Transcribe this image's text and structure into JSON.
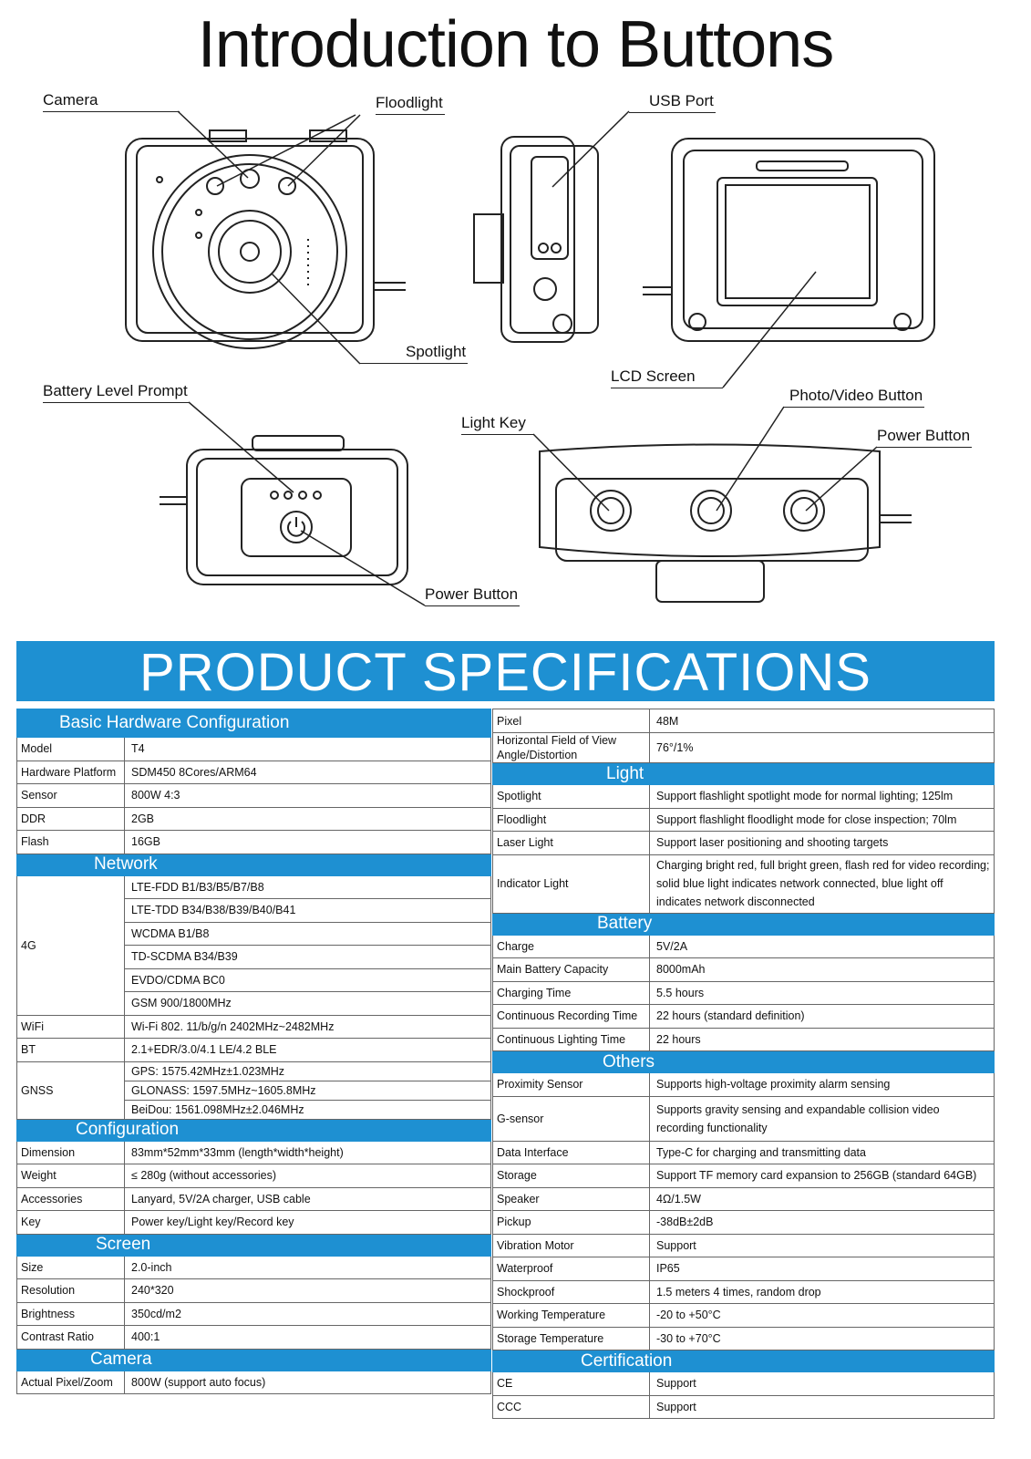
{
  "intro": {
    "title": "Introduction to Buttons",
    "labels": {
      "camera": "Camera",
      "floodlight": "Floodlight",
      "usb_port": "USB Port",
      "spotlight": "Spotlight",
      "lcd_screen": "LCD Screen",
      "battery_level_prompt": "Battery Level Prompt",
      "photo_video_button": "Photo/Video Button",
      "light_key": "Light Key",
      "power_button_top": "Power Button",
      "power_button_back": "Power Button"
    }
  },
  "specs": {
    "banner": "PRODUCT SPECIFICATIONS",
    "accent_color": "#1e90d2",
    "left": [
      {
        "title": "Basic Hardware Configuration",
        "rows": [
          {
            "label": "Model",
            "values": [
              "T4"
            ]
          },
          {
            "label": "Hardware Platform",
            "values": [
              "SDM450 8Cores/ARM64"
            ]
          },
          {
            "label": "Sensor",
            "values": [
              "800W 4:3"
            ]
          },
          {
            "label": "DDR",
            "values": [
              "2GB"
            ]
          },
          {
            "label": "Flash",
            "values": [
              "16GB"
            ]
          }
        ]
      },
      {
        "title": "Network",
        "rows": [
          {
            "label": "4G",
            "values": [
              "LTE-FDD B1/B3/B5/B7/B8",
              "LTE-TDD B34/B38/B39/B40/B41",
              "WCDMA B1/B8",
              "TD-SCDMA B34/B39",
              "EVDO/CDMA BC0",
              "GSM 900/1800MHz"
            ]
          },
          {
            "label": "WiFi",
            "values": [
              "Wi-Fi 802. 11/b/g/n 2402MHz~2482MHz"
            ]
          },
          {
            "label": "BT",
            "values": [
              "2.1+EDR/3.0/4.1 LE/4.2 BLE"
            ]
          },
          {
            "label": "GNSS",
            "values": [
              "GPS: 1575.42MHz±1.023MHz",
              "GLONASS: 1597.5MHz~1605.8MHz",
              "BeiDou: 1561.098MHz±2.046MHz"
            ]
          }
        ]
      },
      {
        "title": "Configuration",
        "rows": [
          {
            "label": "Dimension",
            "values": [
              "83mm*52mm*33mm (length*width*height)"
            ]
          },
          {
            "label": "Weight",
            "values": [
              "≤ 280g (without accessories)"
            ]
          },
          {
            "label": "Accessories",
            "values": [
              "Lanyard, 5V/2A charger, USB cable"
            ]
          },
          {
            "label": "Key",
            "values": [
              "Power key/Light key/Record key"
            ]
          }
        ]
      },
      {
        "title": "Screen",
        "rows": [
          {
            "label": "Size",
            "values": [
              "2.0-inch"
            ]
          },
          {
            "label": "Resolution",
            "values": [
              "240*320"
            ]
          },
          {
            "label": "Brightness",
            "values": [
              "350cd/m2"
            ]
          },
          {
            "label": "Contrast Ratio",
            "values": [
              "400:1"
            ]
          }
        ]
      },
      {
        "title": "Camera",
        "rows": [
          {
            "label": "Actual Pixel/Zoom",
            "values": [
              "800W (support auto focus)"
            ]
          }
        ]
      }
    ],
    "right": [
      {
        "title": "",
        "rows": [
          {
            "label": "Pixel",
            "values": [
              "48M"
            ]
          },
          {
            "label": "Horizontal Field of View Angle/Distortion",
            "values": [
              "76°/1%"
            ]
          }
        ]
      },
      {
        "title": "Light",
        "rows": [
          {
            "label": "Spotlight",
            "values": [
              "Support flashlight spotlight mode for normal lighting; 125lm"
            ]
          },
          {
            "label": "Floodlight",
            "values": [
              "Support flashlight floodlight mode for close inspection; 70lm"
            ]
          },
          {
            "label": "Laser Light",
            "values": [
              "Support laser positioning and shooting targets"
            ]
          },
          {
            "label": "Indicator Light",
            "values": [
              "Charging bright red, full bright green, flash red for video recording; solid blue light indicates network connected, blue light off indicates network disconnected"
            ]
          }
        ]
      },
      {
        "title": "Battery",
        "rows": [
          {
            "label": "Charge",
            "values": [
              "5V/2A"
            ]
          },
          {
            "label": "Main Battery Capacity",
            "values": [
              "8000mAh"
            ]
          },
          {
            "label": "Charging Time",
            "values": [
              "5.5 hours"
            ]
          },
          {
            "label": "Continuous Recording Time",
            "values": [
              "22 hours (standard definition)"
            ]
          },
          {
            "label": "Continuous Lighting Time",
            "values": [
              "22 hours"
            ]
          }
        ]
      },
      {
        "title": "Others",
        "rows": [
          {
            "label": "Proximity Sensor",
            "values": [
              "Supports high-voltage proximity alarm sensing"
            ]
          },
          {
            "label": "G-sensor",
            "values": [
              "Supports gravity sensing and expandable collision video recording functionality"
            ]
          },
          {
            "label": "Data Interface",
            "values": [
              "Type-C for charging and transmitting data"
            ]
          },
          {
            "label": "Storage",
            "values": [
              "Support TF memory card expansion to 256GB (standard 64GB)"
            ]
          },
          {
            "label": "Speaker",
            "values": [
              "4Ω/1.5W"
            ]
          },
          {
            "label": "Pickup",
            "values": [
              "-38dB±2dB"
            ]
          },
          {
            "label": "Vibration Motor",
            "values": [
              "Support"
            ]
          },
          {
            "label": "Waterproof",
            "values": [
              "IP65"
            ]
          },
          {
            "label": "Shockproof",
            "values": [
              "1.5 meters 4 times, random drop"
            ]
          },
          {
            "label": "Working Temperature",
            "values": [
              "-20 to +50°C"
            ]
          },
          {
            "label": "Storage Temperature",
            "values": [
              "-30 to +70°C"
            ]
          }
        ]
      },
      {
        "title": "Certification",
        "rows": [
          {
            "label": "CE",
            "values": [
              "Support"
            ]
          },
          {
            "label": "CCC",
            "values": [
              "Support"
            ]
          }
        ]
      }
    ]
  }
}
